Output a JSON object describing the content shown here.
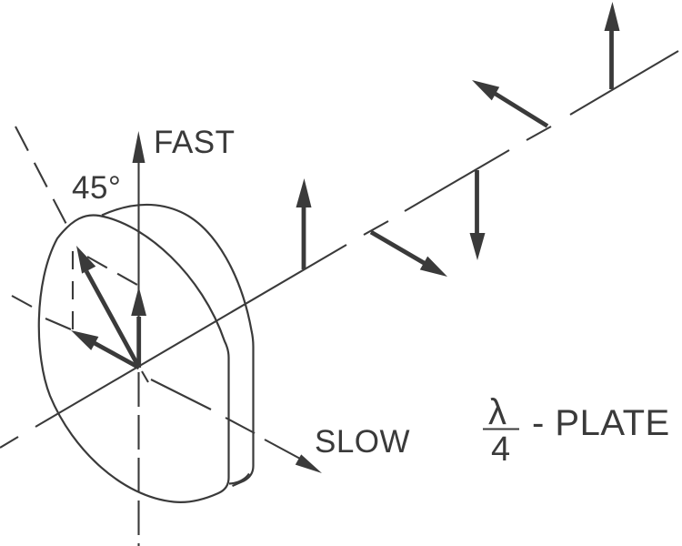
{
  "diagram": {
    "labels": {
      "fast_axis": "FAST",
      "slow_axis": "SLOW",
      "angle": "45°",
      "lambda": "λ",
      "denominator": "4",
      "plate": "- PLATE"
    },
    "colors": {
      "line": "#3a3a3a",
      "background": "#ffffff"
    }
  }
}
